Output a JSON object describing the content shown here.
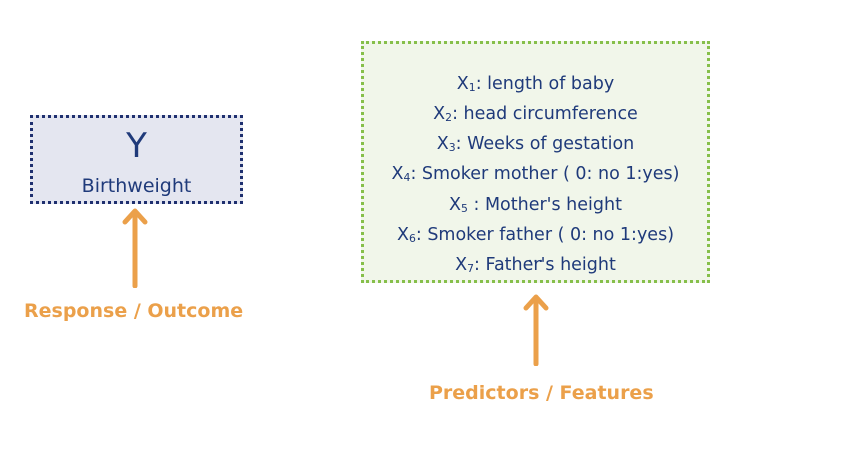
{
  "response": {
    "symbol": "Y",
    "name": "Birthweight",
    "label": "Response / Outcome"
  },
  "features": {
    "label": "Predictors / Features",
    "items": [
      {
        "var": "X",
        "sub": "1",
        "text": ": length of baby"
      },
      {
        "var": "X",
        "sub": "2",
        "text": ": head circumference"
      },
      {
        "var": "X",
        "sub": "3",
        "text": ": Weeks of gestation"
      },
      {
        "var": "X",
        "sub": "4",
        "text": ": Smoker mother ( 0: no 1:yes)"
      },
      {
        "var": "X",
        "sub": "5",
        "text": " : Mother's height"
      },
      {
        "var": "X",
        "sub": "6",
        "text": ": Smoker father ( 0: no 1:yes)"
      },
      {
        "var": "X",
        "sub": "7",
        "text": ": Father's height"
      }
    ],
    "ellipsis": "..."
  },
  "colors": {
    "text_blue": "#1f3a7a",
    "response_border": "#1e2f6f",
    "response_fill": "#e4e6f0",
    "features_border": "#86bf4a",
    "features_fill": "#f1f6ea",
    "orange": "#eba04a"
  }
}
